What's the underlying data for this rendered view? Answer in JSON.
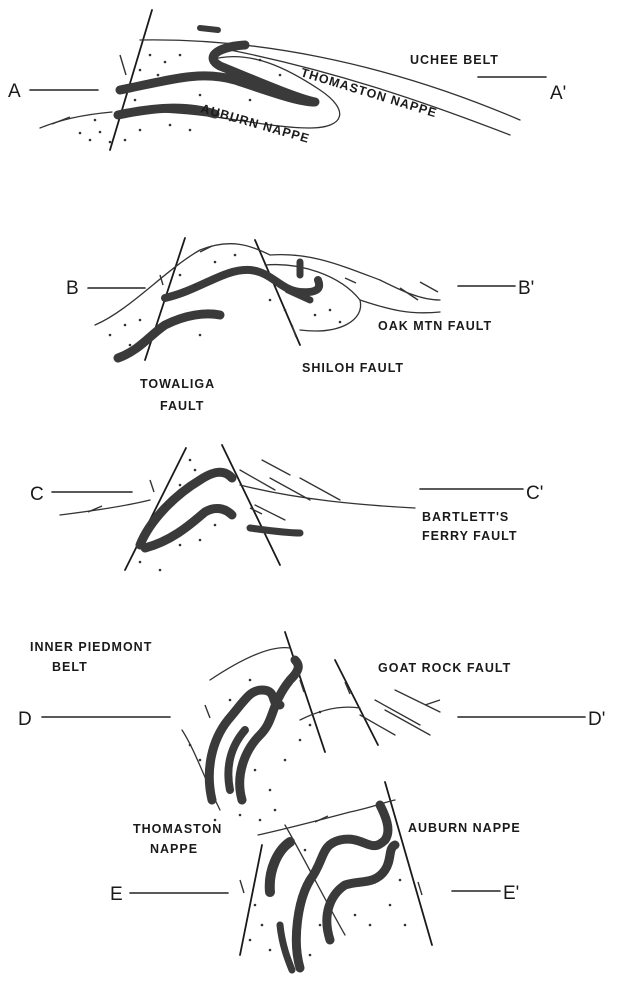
{
  "sections": [
    {
      "id": "A",
      "left": "A",
      "right": "A'",
      "labels": [
        "UCHEE BELT",
        "THOMASTON NAPPE",
        "AUBURN NAPPE"
      ]
    },
    {
      "id": "B",
      "left": "B",
      "right": "B'",
      "labels": [
        "OAK MTN FAULT",
        "SHILOH FAULT",
        "TOWALIGA",
        "FAULT"
      ]
    },
    {
      "id": "C",
      "left": "C",
      "right": "C'",
      "labels": [
        "BARTLETT'S",
        "FERRY FAULT"
      ]
    },
    {
      "id": "D",
      "left": "D",
      "right": "D'",
      "labels": [
        "INNER PIEDMONT",
        "BELT",
        "GOAT ROCK FAULT"
      ]
    },
    {
      "id": "E",
      "left": "E",
      "right": "E'",
      "labels": [
        "THOMASTON",
        "NAPPE",
        "AUBURN NAPPE"
      ]
    }
  ]
}
